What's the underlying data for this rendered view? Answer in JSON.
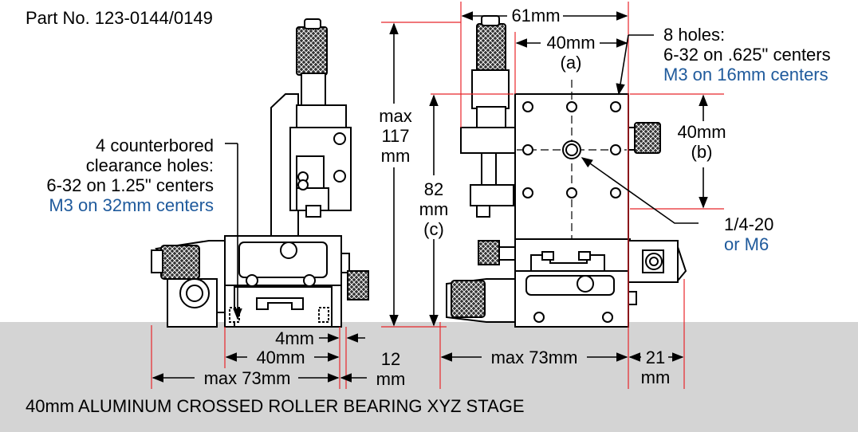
{
  "part_number": "Part No. 123-0144/0149",
  "caption": "40mm ALUMINUM CROSSED ROLLER BEARING XYZ STAGE",
  "colors": {
    "dimension_line": "#e8262b",
    "metric_text": "#1f5a9c",
    "floor": "#d4d4d4"
  },
  "left_view": {
    "holes_note": [
      "4 counterbored",
      "clearance holes:",
      "6-32 on 1.25\" centers"
    ],
    "holes_note_metric": "M3 on 32mm centers",
    "dim_4mm": "4mm",
    "dim_40mm": "40mm",
    "dim_max73": "max 73mm",
    "dim_12": [
      "12",
      "mm"
    ]
  },
  "center": {
    "max_height": [
      "max",
      "117",
      "mm"
    ],
    "height_c": [
      "82",
      "mm",
      "(c)"
    ]
  },
  "right_view": {
    "dim_61mm": "61mm",
    "dim_40mm_a": [
      "40mm",
      "(a)"
    ],
    "holes_note": [
      "8 holes:",
      "6-32 on .625\" centers"
    ],
    "holes_note_metric": "M3 on 16mm centers",
    "dim_40mm_b": [
      "40mm",
      "(b)"
    ],
    "center_hole": "1/4-20",
    "center_hole_metric": "or M6",
    "dim_max73": "max 73mm",
    "dim_21": [
      "21",
      "mm"
    ]
  }
}
